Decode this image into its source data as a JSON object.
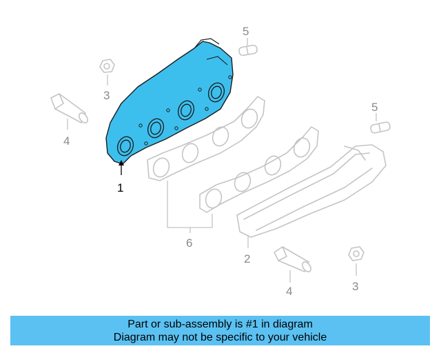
{
  "callouts": {
    "part_1": "1",
    "part_2": "2",
    "part_3_top": "3",
    "part_3_bottom": "3",
    "part_4_top": "4",
    "part_4_bottom": "4",
    "part_5_top": "5",
    "part_5_right": "5",
    "part_6": "6"
  },
  "banner": {
    "line1": "Part or sub-assembly is #1 in diagram",
    "line2": "Diagram may not be specific to your vehicle"
  },
  "colors": {
    "highlight": "#3dbfee",
    "banner": "#5bc1f2",
    "line_art": "#c4c4c4"
  }
}
